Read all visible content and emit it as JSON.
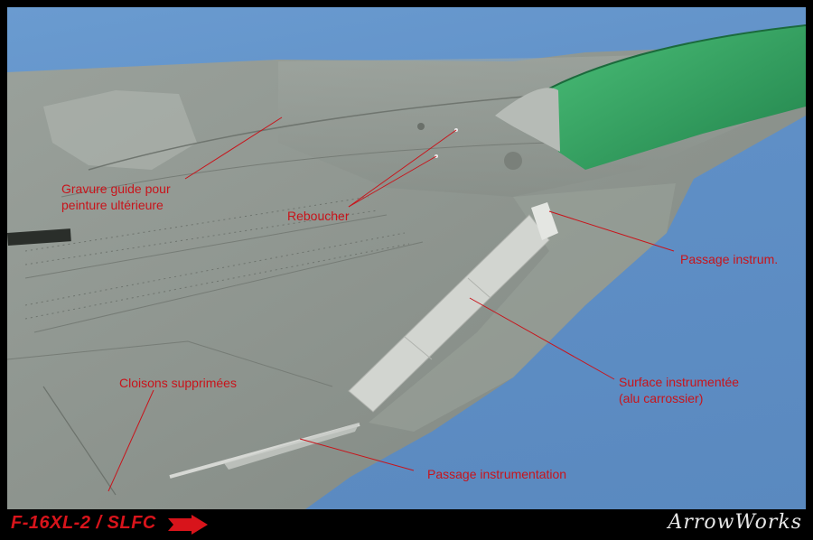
{
  "annotations": {
    "gravure_line1": "Gravure guide pour",
    "gravure_line2": "peinture ultérieure",
    "reboucher": "Reboucher",
    "passage_instrum": "Passage instrum.",
    "surface_line1": "Surface instrumentée",
    "surface_line2": "(alu carrossier)",
    "cloisons": "Cloisons supprimées",
    "passage_instrumentation": "Passage instrumentation"
  },
  "footer": {
    "model_title": "F-16XL-2 / SLFC",
    "brand": "ArrowWorks"
  },
  "colors": {
    "annotation_red": "#c8141b",
    "background_blue": "#6a9bd0",
    "model_grey": "#8f9690",
    "masking_green": "#2f9a5a",
    "aluminium_tape": "#d2d5d0"
  }
}
